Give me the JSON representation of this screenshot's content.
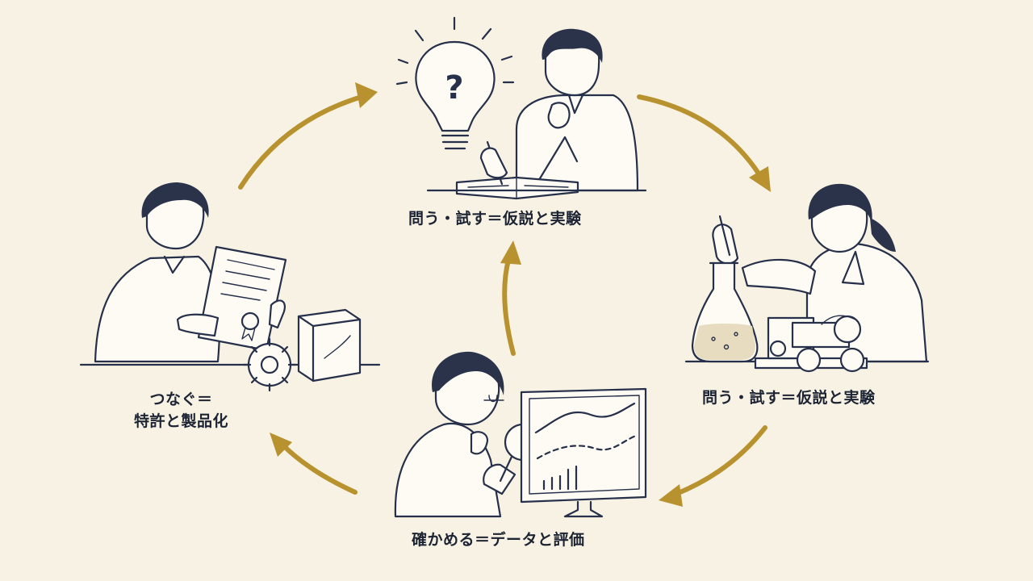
{
  "stages": {
    "top": {
      "label": "問う・試す＝仮説と実験"
    },
    "right": {
      "label": "問う・試す＝仮説と実験"
    },
    "bottom": {
      "label": "確かめる＝データと評価"
    },
    "left": {
      "line1": "つなぐ＝",
      "line2": "特許と製品化"
    }
  },
  "colors": {
    "background": "#f7f2e3",
    "arrow": "#b8922e",
    "ink": "#26304a"
  },
  "icons": [
    "lightbulb-question-icon",
    "flask-icon",
    "robot-car-icon",
    "magnifier-icon",
    "monitor-chart-icon",
    "certificate-icon",
    "gear-icon",
    "box-icon"
  ]
}
